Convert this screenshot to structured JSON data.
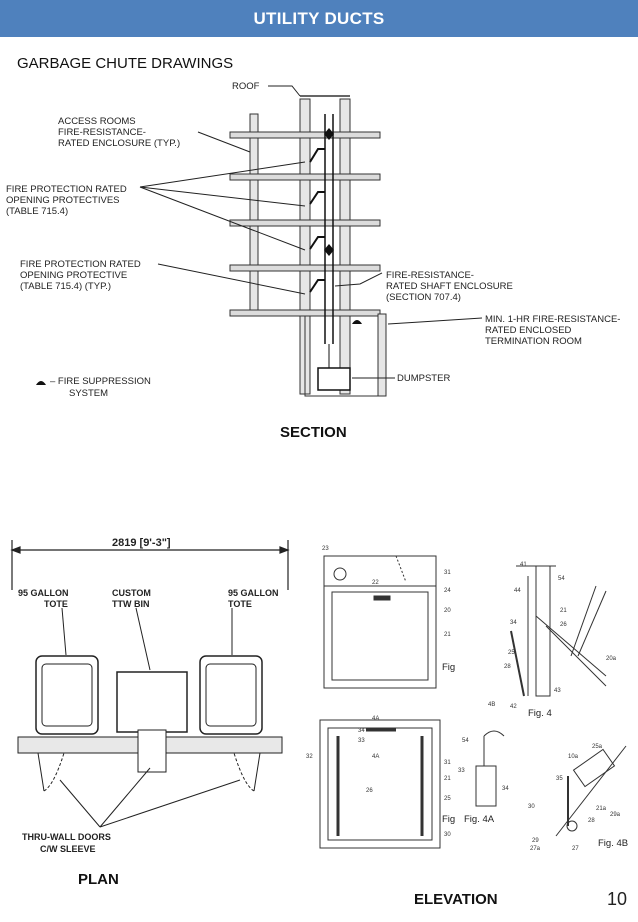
{
  "header": {
    "title": "UTILITY DUCTS",
    "bg_color": "#4f81bd"
  },
  "section_heading": "GARBAGE CHUTE DRAWINGS",
  "section_drawing": {
    "caption": "SECTION",
    "labels": {
      "roof": "ROOF",
      "access_rooms_1": "ACCESS ROOMS",
      "access_rooms_2": "FIRE-RESISTANCE-",
      "access_rooms_3": "RATED ENCLOSURE (TYP.)",
      "fpr_1": "FIRE PROTECTION RATED",
      "fpr_2": "OPENING PROTECTIVES",
      "fpr_3": "(TABLE 715.4)",
      "fpr2_1": "FIRE PROTECTION RATED",
      "fpr2_2": "OPENING PROTECTIVE",
      "fpr2_3": "(TABLE 715.4) (TYP.)",
      "shaft_1": "FIRE-RESISTANCE-",
      "shaft_2": "RATED SHAFT ENCLOSURE",
      "shaft_3": "(SECTION 707.4)",
      "term_1": "MIN. 1-HR FIRE-RESISTANCE-",
      "term_2": "RATED ENCLOSED",
      "term_3": "TERMINATION ROOM",
      "dumpster": "DUMPSTER",
      "legend_1": "– FIRE SUPPRESSION",
      "legend_2": "SYSTEM"
    }
  },
  "plan_drawing": {
    "caption": "PLAN",
    "labels": {
      "dimension": "2819 [9'-3\"]",
      "tote_left_1": "95 GALLON",
      "tote_left_2": "TOTE",
      "custom_1": "CUSTOM",
      "custom_2": "TTW BIN",
      "tote_right_1": "95 GALLON",
      "tote_right_2": "TOTE",
      "doors_1": "THRU-WALL DOORS",
      "doors_2": "C/W SLEEVE"
    }
  },
  "elevation_drawing": {
    "caption": "ELEVATION",
    "labels": {
      "n23": "23",
      "n31": "31",
      "n22": "22",
      "n24": "24",
      "n20": "20",
      "n21": "21",
      "fig_a": "Fig",
      "n41": "41",
      "n54": "54",
      "n44": "44",
      "n21b": "21",
      "n26": "26",
      "n34": "34",
      "n25": "25",
      "n28": "28",
      "n20a": "20a",
      "n43": "43",
      "n4b": "4B",
      "n42": "42",
      "fig4": "Fig. 4",
      "n4a_top": "4A",
      "n4a_bot": "4A",
      "n32": "32",
      "n33": "33",
      "n34b": "34",
      "n26b": "26",
      "n21c": "21",
      "n25b": "25",
      "n31b": "31",
      "n30": "30",
      "fig_b": "Fig",
      "n54b": "54",
      "n33b": "33",
      "n34c": "34",
      "fig4a": "Fig. 4A",
      "n25a": "25a",
      "n10a": "10a",
      "n35": "35",
      "n30b": "30",
      "n28b": "28",
      "n21a": "21a",
      "n29a": "29a",
      "n29": "29",
      "n27a": "27a",
      "n27": "27",
      "fig4b": "Fig. 4B"
    }
  },
  "page_number": "10"
}
